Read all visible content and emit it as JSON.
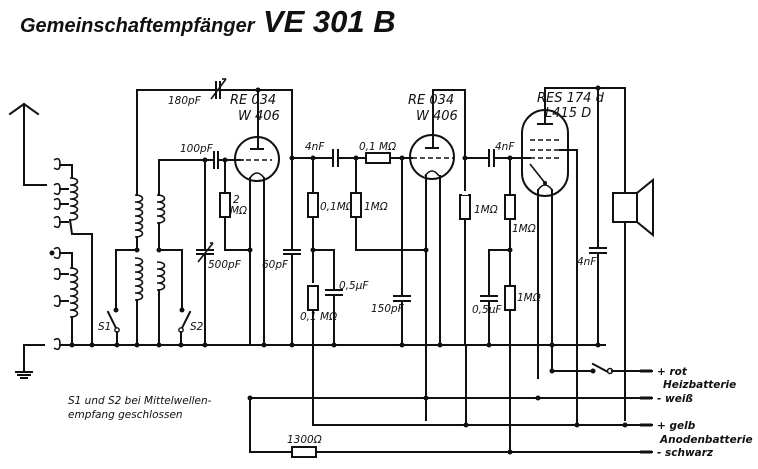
{
  "title": {
    "prefix": "Gemeinschaftempfänger",
    "model": "VE 301 B"
  },
  "tubes": {
    "v1_line1": "RE 034",
    "v1_line2": "W 406",
    "v2_line1": "RE 034",
    "v2_line2": "W 406",
    "v3_line1": "RES 174  d",
    "v3_line2": "L415  D"
  },
  "components": {
    "c_feedback": "180pF",
    "c_grid1": "100pF",
    "r_grid1_top": "2",
    "r_grid1_unit": "MΩ",
    "c_tune": "500pF",
    "c_60": "60pF",
    "c_coupling1": "4nF",
    "r_grid2_series": "0,1 MΩ",
    "r_anode1": "0,1MΩ",
    "r_grid2": "1MΩ",
    "r_decouple": "0,1 MΩ",
    "c_decouple1": "0,5µF",
    "c_150": "150pF",
    "r_anode2": "1MΩ",
    "c_coupling2": "4nF",
    "r_grid3": "1MΩ",
    "r_bias": "1MΩ",
    "c_decouple2": "0,5µF",
    "c_out": "4nF",
    "r_1300": "1300Ω"
  },
  "switches": {
    "s1": "S1",
    "s2": "S2"
  },
  "terminals": {
    "rot": "+ rot",
    "heiz": "Heizbatterie",
    "weiss": "- weiß",
    "gelb": "+ gelb",
    "anoden": "Anodenbatterie",
    "schwarz": "- schwarz"
  },
  "note": {
    "line1": "S1 und S2 bei Mittelwellen-",
    "line2": "empfang geschlossen"
  }
}
